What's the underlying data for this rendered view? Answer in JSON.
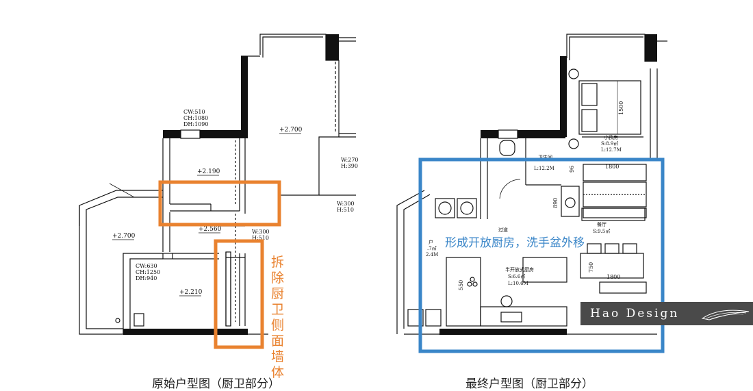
{
  "left_plan": {
    "caption": "原始户型图（厨卫部分）",
    "levels": [
      "+2.700",
      "+2.190",
      "+2.560",
      "+2.700",
      "+2.210"
    ],
    "window_specs": [
      {
        "lines": [
          "CW:510",
          "CH:1080",
          "DH:1090"
        ]
      },
      {
        "lines": [
          "W:270",
          "H:390"
        ]
      },
      {
        "lines": [
          "W:300",
          "H:510"
        ]
      },
      {
        "lines": [
          "W:300",
          "H:510"
        ]
      },
      {
        "lines": [
          "CW:630",
          "CH:1250",
          "DH:940"
        ]
      }
    ],
    "note": "拆除厨卫侧面墙体",
    "highlight_color": "#e9822f"
  },
  "right_plan": {
    "caption": "最终户型图（厨卫部分）",
    "note": "形成开放厨房，洗手盆外移",
    "highlight_color": "#3a86c8",
    "dims": [
      "1500",
      "1800",
      "890",
      "96",
      "750",
      "1800",
      "550"
    ],
    "rooms": [
      {
        "lines": [
          "小孩房",
          "S:8.9㎡",
          "L:12.7M"
        ]
      },
      {
        "lines": [
          "卫生间",
          "L:12.2M"
        ]
      },
      {
        "lines": [
          "过道"
        ]
      },
      {
        "lines": [
          "餐厅",
          "S:9.5㎡"
        ]
      },
      {
        "lines": [
          "半开放式厨房",
          "S:6.6㎡",
          "L:10.6M"
        ]
      },
      {
        "lines": [
          "户",
          ".7㎡",
          "2.4M"
        ]
      }
    ]
  },
  "brand": {
    "text": "Hao Design"
  }
}
